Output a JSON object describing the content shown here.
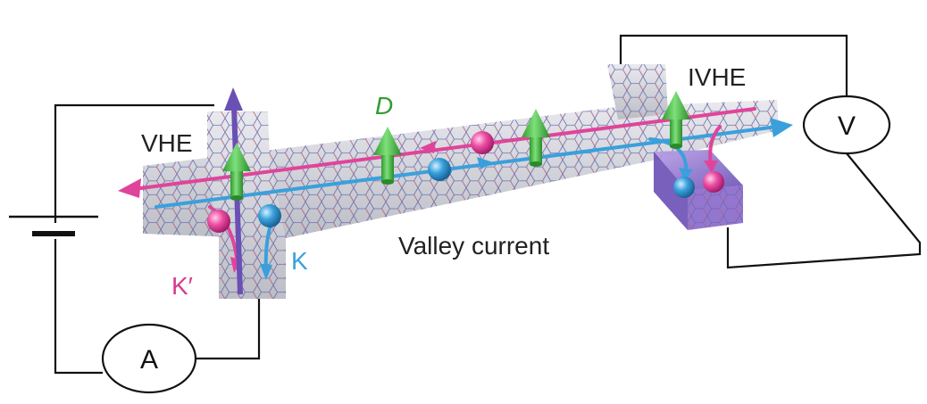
{
  "labels": {
    "vhe": "VHE",
    "ivhe": "IVHE",
    "d": "D",
    "valley_current": "Valley current",
    "k_prime": "K′",
    "k": "K",
    "ammeter": "A",
    "voltmeter": "V"
  },
  "colors": {
    "k_valley": "#e0449a",
    "k_prime_valley_label": "#d83a8f",
    "k_blue": "#3aa0dc",
    "dipole": "#4cc24a",
    "d_label": "#2f9e2f",
    "current_arrow": "#6a4fb5",
    "contact": "#8a67c9",
    "graphene_line": "#5560a8",
    "graphene_red": "#d9534f",
    "sheet": "#c9c9cf",
    "wire": "#111111"
  },
  "icons": [
    "ammeter-icon",
    "voltmeter-icon",
    "battery-icon",
    "dipole-arrow-icon",
    "electron-sphere-icon"
  ]
}
